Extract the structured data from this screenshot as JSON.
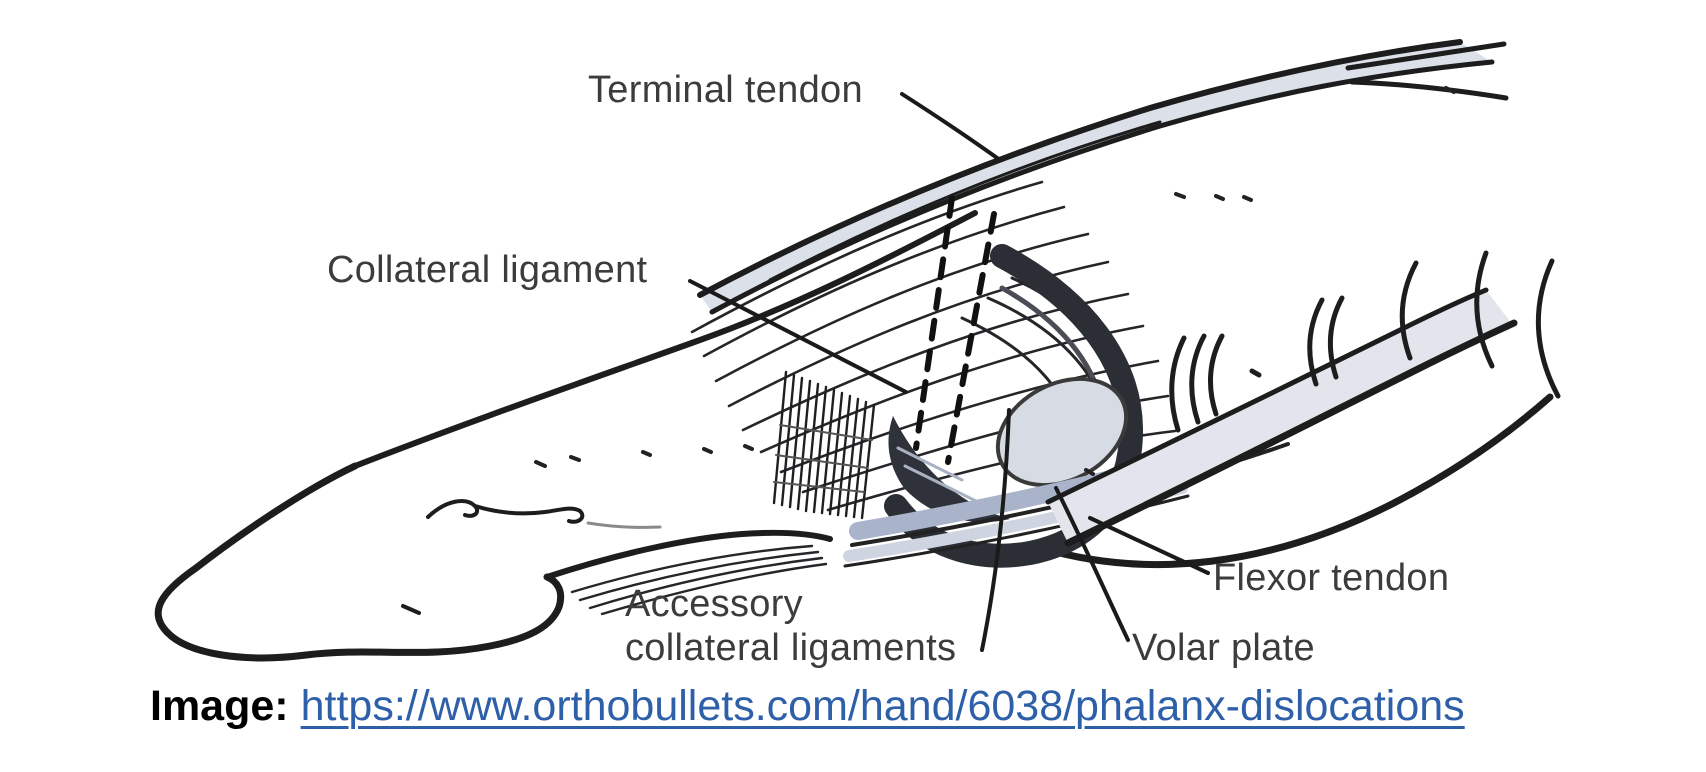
{
  "figure": {
    "type": "anatomical-line-diagram",
    "subject": "Finger (phalanx) joint soft-tissue anatomy, lateral view",
    "labels": {
      "terminal_tendon": "Terminal tendon",
      "collateral_ligament": "Collateral ligament",
      "accessory_collateral_line1": "Accessory",
      "accessory_collateral_line2": "collateral ligaments",
      "volar_plate": "Volar plate",
      "flexor_tendon": "Flexor tendon"
    },
    "colors": {
      "ink": "#1d1d1d",
      "label_text": "#3c3c3c",
      "shade_light_blue_gray": "#dbe0e9",
      "shade_mid_blue_gray": "#a9b4ca",
      "shade_dark_joint": "#2f323a"
    }
  },
  "caption": {
    "prefix": "Image:",
    "link_text": "https://www.orthobullets.com/hand/6038/phalanx-dislocations",
    "link_color": "#2e5fa9"
  }
}
